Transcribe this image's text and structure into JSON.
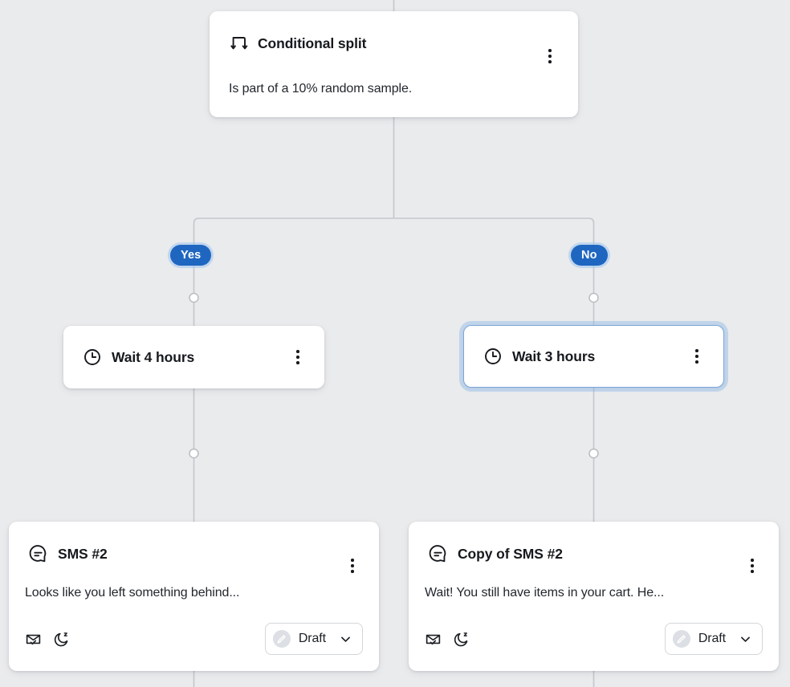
{
  "canvas": {
    "background_color": "#eaebed",
    "edge_color": "#c4c7cc",
    "accent_color": "#1f66c0",
    "selected_border_color": "#7da7d9"
  },
  "nodes": {
    "conditional_split": {
      "icon": "split-arrows-icon",
      "title": "Conditional split",
      "description": "Is part of a 10% random sample.",
      "menu": "more-options-icon"
    },
    "wait_left": {
      "icon": "clock-icon",
      "title": "Wait 4 hours",
      "menu": "more-options-icon",
      "selected": false
    },
    "wait_right": {
      "icon": "clock-icon",
      "title": "Wait 3 hours",
      "menu": "more-options-icon",
      "selected": true
    },
    "sms_left": {
      "icon": "sms-bubble-icon",
      "title": "SMS #2",
      "preview": "Looks like you left something behind...",
      "badges": [
        "envelope-check-icon",
        "quiet-hours-moon-icon"
      ],
      "status": {
        "icon": "draft-pencil-icon",
        "label": "Draft",
        "chevron": "chevron-down-icon"
      },
      "menu": "more-options-icon"
    },
    "sms_right": {
      "icon": "sms-bubble-icon",
      "title": "Copy of SMS #2",
      "preview": "Wait! You still have items in your cart. He...",
      "badges": [
        "envelope-check-icon",
        "quiet-hours-moon-icon"
      ],
      "status": {
        "icon": "draft-pencil-icon",
        "label": "Draft",
        "chevron": "chevron-down-icon"
      },
      "menu": "more-options-icon"
    }
  },
  "branches": {
    "yes": {
      "label": "Yes"
    },
    "no": {
      "label": "No"
    }
  }
}
